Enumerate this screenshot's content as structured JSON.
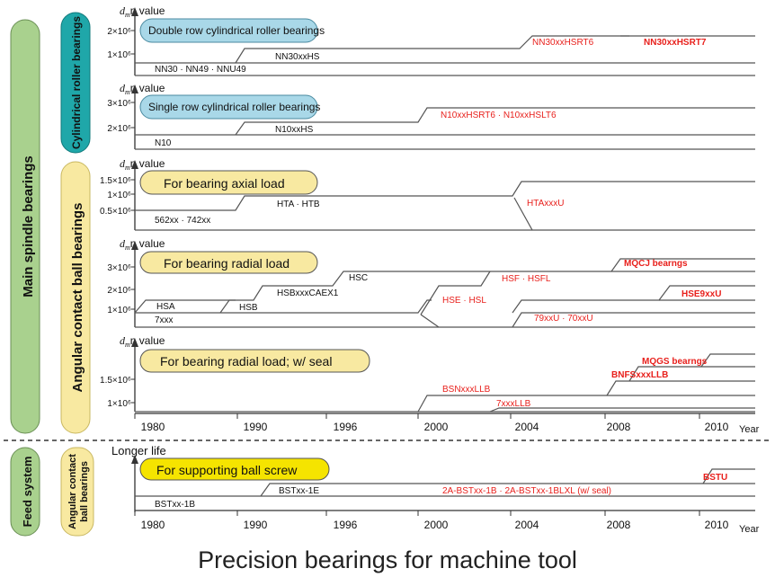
{
  "categories": {
    "main": "Main spindle bearings",
    "feed": "Feed system",
    "cyl": "Cylindrical roller bearings",
    "ang": "Angular contact ball bearings",
    "ang_feed_line1": "Angular contact",
    "ang_feed_line2": "ball bearings"
  },
  "colors": {
    "green": "#a9d18e",
    "teal": "#1fa7a9",
    "yellow": "#f8e9a1",
    "yellow_strong": "#f5e400",
    "blue_pill": "#a9d8e8",
    "red": "#e8201c",
    "line": "#555555"
  },
  "axis": {
    "years": [
      "1980",
      "1990",
      "1996",
      "2000",
      "2004",
      "2008",
      "2010"
    ],
    "year_unit": "Year"
  },
  "panels": [
    {
      "id": "double-row",
      "axis_label_main": "d",
      "axis_label_sub": "m",
      "axis_label_rest": "n value",
      "ticks": [
        "2×10⁶",
        "1×10⁶"
      ],
      "pill": "Double row cylindrical roller bearings",
      "labels": [
        {
          "text": "NN30 · NN49 · NNU49",
          "red": false,
          "bold": false
        },
        {
          "text": "NN30xxHS",
          "red": false,
          "bold": false
        },
        {
          "text": "NN30xxHSRT6",
          "red": true,
          "bold": false
        },
        {
          "text": "NN30xxHSRT7",
          "red": true,
          "bold": true
        }
      ]
    },
    {
      "id": "single-row",
      "axis_label_main": "d",
      "axis_label_sub": "m",
      "axis_label_rest": "n value",
      "ticks": [
        "3×10⁶",
        "2×10⁶"
      ],
      "pill": "Single row cylindrical roller bearings",
      "labels": [
        {
          "text": "N10",
          "red": false,
          "bold": false
        },
        {
          "text": "N10xxHS",
          "red": false,
          "bold": false
        },
        {
          "text": "N10xxHSRT6 · N10xxHSLT6",
          "red": true,
          "bold": false
        }
      ]
    },
    {
      "id": "axial-load",
      "axis_label_main": "d",
      "axis_label_sub": "m",
      "axis_label_rest": "n value",
      "ticks": [
        "1.5×10⁶",
        "1×10⁶",
        "0.5×10⁶"
      ],
      "pill": "For bearing axial load",
      "labels": [
        {
          "text": "562xx · 742xx",
          "red": false,
          "bold": false
        },
        {
          "text": "HTA · HTB",
          "red": false,
          "bold": false
        },
        {
          "text": "HTAxxxU",
          "red": true,
          "bold": false
        }
      ]
    },
    {
      "id": "radial-load",
      "axis_label_main": "d",
      "axis_label_sub": "m",
      "axis_label_rest": "n value",
      "ticks": [
        "3×10⁶",
        "2×10⁶",
        "1×10⁶"
      ],
      "pill": "For bearing radial load",
      "labels": [
        {
          "text": "HSA",
          "red": false,
          "bold": false
        },
        {
          "text": "7xxx",
          "red": false,
          "bold": false
        },
        {
          "text": "HSB",
          "red": false,
          "bold": false
        },
        {
          "text": "HSBxxxCAEX1",
          "red": false,
          "bold": false
        },
        {
          "text": "HSC",
          "red": false,
          "bold": false
        },
        {
          "text": "HSE · HSL",
          "red": true,
          "bold": false
        },
        {
          "text": "HSF · HSFL",
          "red": true,
          "bold": false
        },
        {
          "text": "79xxU · 70xxU",
          "red": true,
          "bold": false
        },
        {
          "text": "MQCJ bearngs",
          "red": true,
          "bold": true
        },
        {
          "text": "HSE9xxU",
          "red": true,
          "bold": true
        }
      ]
    },
    {
      "id": "radial-seal",
      "axis_label_main": "d",
      "axis_label_sub": "m",
      "axis_label_rest": "n value",
      "ticks": [
        "1.5×10⁶",
        "1×10⁶"
      ],
      "pill": "For bearing radial load; w/ seal",
      "labels": [
        {
          "text": "BSNxxxLLB",
          "red": true,
          "bold": false
        },
        {
          "text": "7xxxLLB",
          "red": true,
          "bold": false
        },
        {
          "text": "BNFSxxxLLB",
          "red": true,
          "bold": true
        },
        {
          "text": "MQGS bearngs",
          "red": true,
          "bold": true
        }
      ]
    },
    {
      "id": "ball-screw",
      "axis_label_plain": "Longer life",
      "ticks": [],
      "pill": "For supporting ball screw",
      "labels": [
        {
          "text": "BSTxx-1B",
          "red": false,
          "bold": false
        },
        {
          "text": "BSTxx-1E",
          "red": false,
          "bold": false
        },
        {
          "text": "2A-BSTxx-1B · 2A-BSTxx-1BLXL (w/ seal)",
          "red": true,
          "bold": false
        },
        {
          "text": "BSTU",
          "red": true,
          "bold": true
        }
      ]
    }
  ],
  "caption": "Precision bearings for machine tool"
}
